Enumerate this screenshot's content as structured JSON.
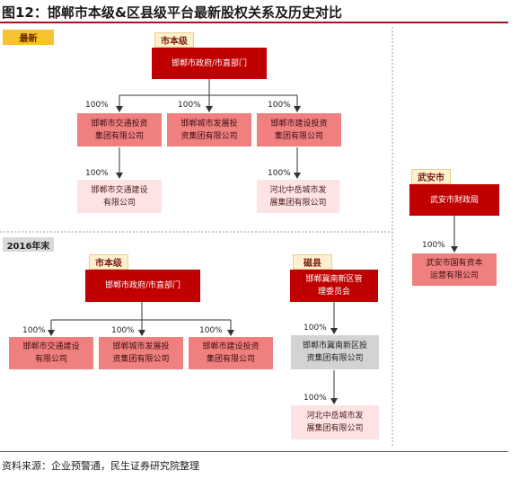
{
  "title": "图12：邯郸市本级&区县级平台最新股权关系及历史对比",
  "source": "资料来源：企业预警通，民生证券研究院整理",
  "section_latest": "最新",
  "section_2016": "2016年末",
  "latest": {
    "city_tag": "市本级",
    "city_gov": "邯郸市政府/市直部门",
    "pct_transport": "100%",
    "pct_urban_dev": "100%",
    "pct_construction_inv": "100%",
    "transport_group": "邯郸市交通投资\n集团有限公司",
    "urban_dev_group": "邯郸城市发展投\n资集团有限公司",
    "construction_inv_group": "邯郸市建设投资\n集团有限公司",
    "pct_transport_construction": "100%",
    "pct_hebei_zhongyue": "100%",
    "transport_construction_co": "邯郸市交通建设\n有限公司",
    "hebei_zhongyue": "河北中岳城市发\n展集团有限公司"
  },
  "wuan": {
    "tag": "武安市",
    "finance_bureau": "武安市财政局",
    "pct": "100%",
    "state_capital": "武安市国有资本\n运营有限公司"
  },
  "y2016": {
    "city_tag": "市本级",
    "city_gov": "邯郸市政府/市直部门",
    "pct_a": "100%",
    "pct_b": "100%",
    "pct_c": "100%",
    "transport_construction_co": "邯郸市交通建设\n有限公司",
    "urban_dev_group": "邯郸城市发展投\n资集团有限公司",
    "construction_inv_group": "邯郸市建设投资\n集团有限公司",
    "cixian_tag": "磁县",
    "jinan_committee": "邯郸冀南新区管\n理委员会",
    "pct_jinan_inv": "100%",
    "jinan_inv_group": "邯郸市冀南新区投\n资集团有限公司",
    "pct_hebei_zhongyue": "100%",
    "hebei_zhongyue": "河北中岳城市发\n展集团有限公司"
  }
}
